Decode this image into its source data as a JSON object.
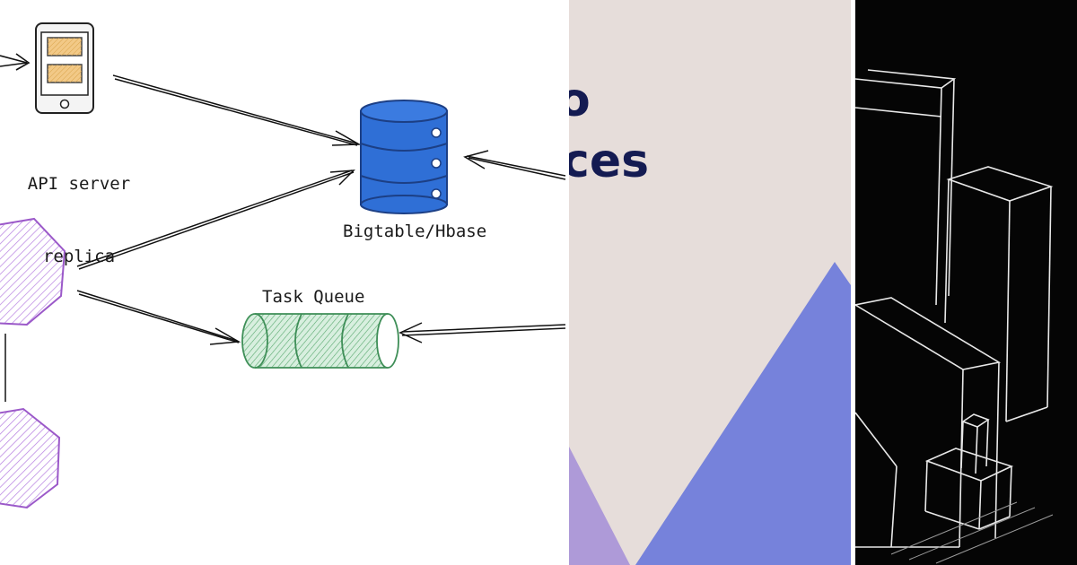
{
  "diagram": {
    "api_server_label_line1": "API server",
    "api_server_label_line2": "replica",
    "database_label": "Bigtable/Hbase",
    "queue_label": "Task Queue",
    "colors": {
      "database": "#2f6fd6",
      "queue": "#79c08e",
      "worker": "#c9a6e8",
      "device_screen": "#f2c987"
    }
  },
  "title_panel": {
    "line1": "o",
    "line2": "ces",
    "colors": {
      "background": "#e6ddda",
      "triangle_main": "#7682db",
      "triangle_left": "#ae9ad8",
      "text": "#141b52"
    }
  },
  "sketch_panel": {
    "colors": {
      "background": "#050505",
      "lines": "#e8e8e8"
    }
  }
}
